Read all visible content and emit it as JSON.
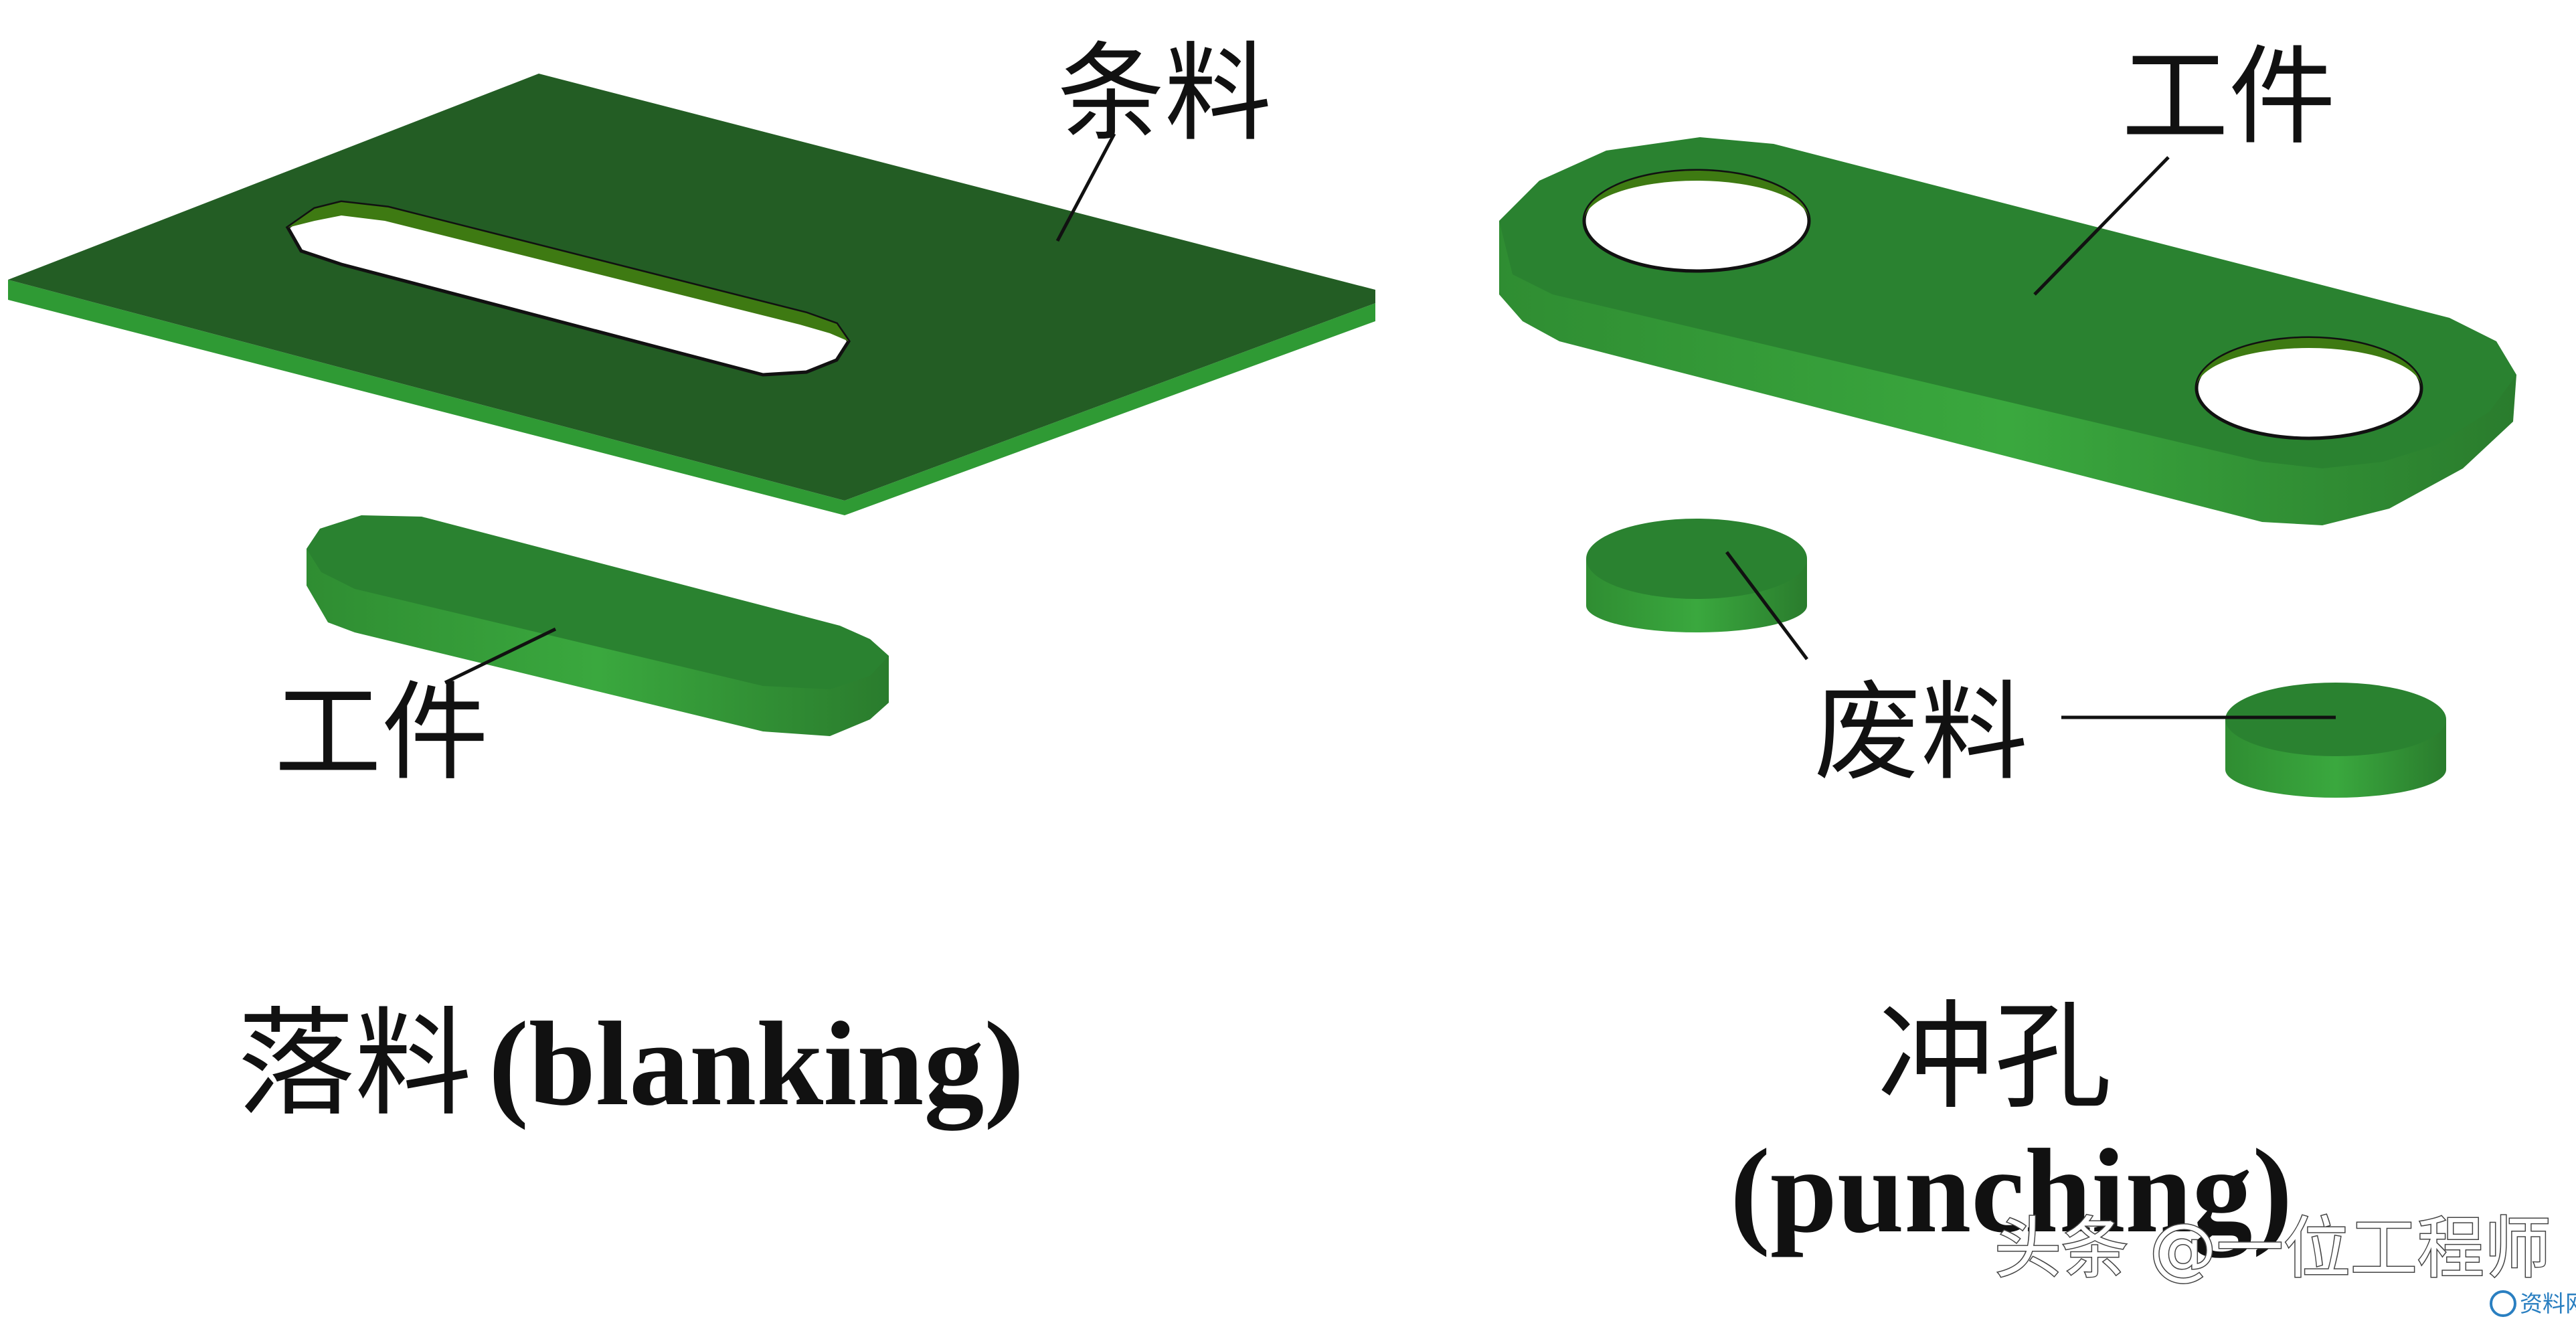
{
  "colors": {
    "green_top": "#2a7f30",
    "green_dark_top": "#225d24",
    "green_side": "#36a03a",
    "hole_wall": "#3b7a15",
    "outline": "#111111"
  },
  "blanking": {
    "strip_label": "条料",
    "part_label": "工件",
    "caption_cn": "落料",
    "caption_en": "(blanking)"
  },
  "punching": {
    "part_label": "工件",
    "scrap_label": "废料",
    "caption_cn": "冲孔",
    "caption_en": "(punching)"
  },
  "watermark": {
    "text": "头条 @一位工程师",
    "logo_text": "资料网"
  }
}
